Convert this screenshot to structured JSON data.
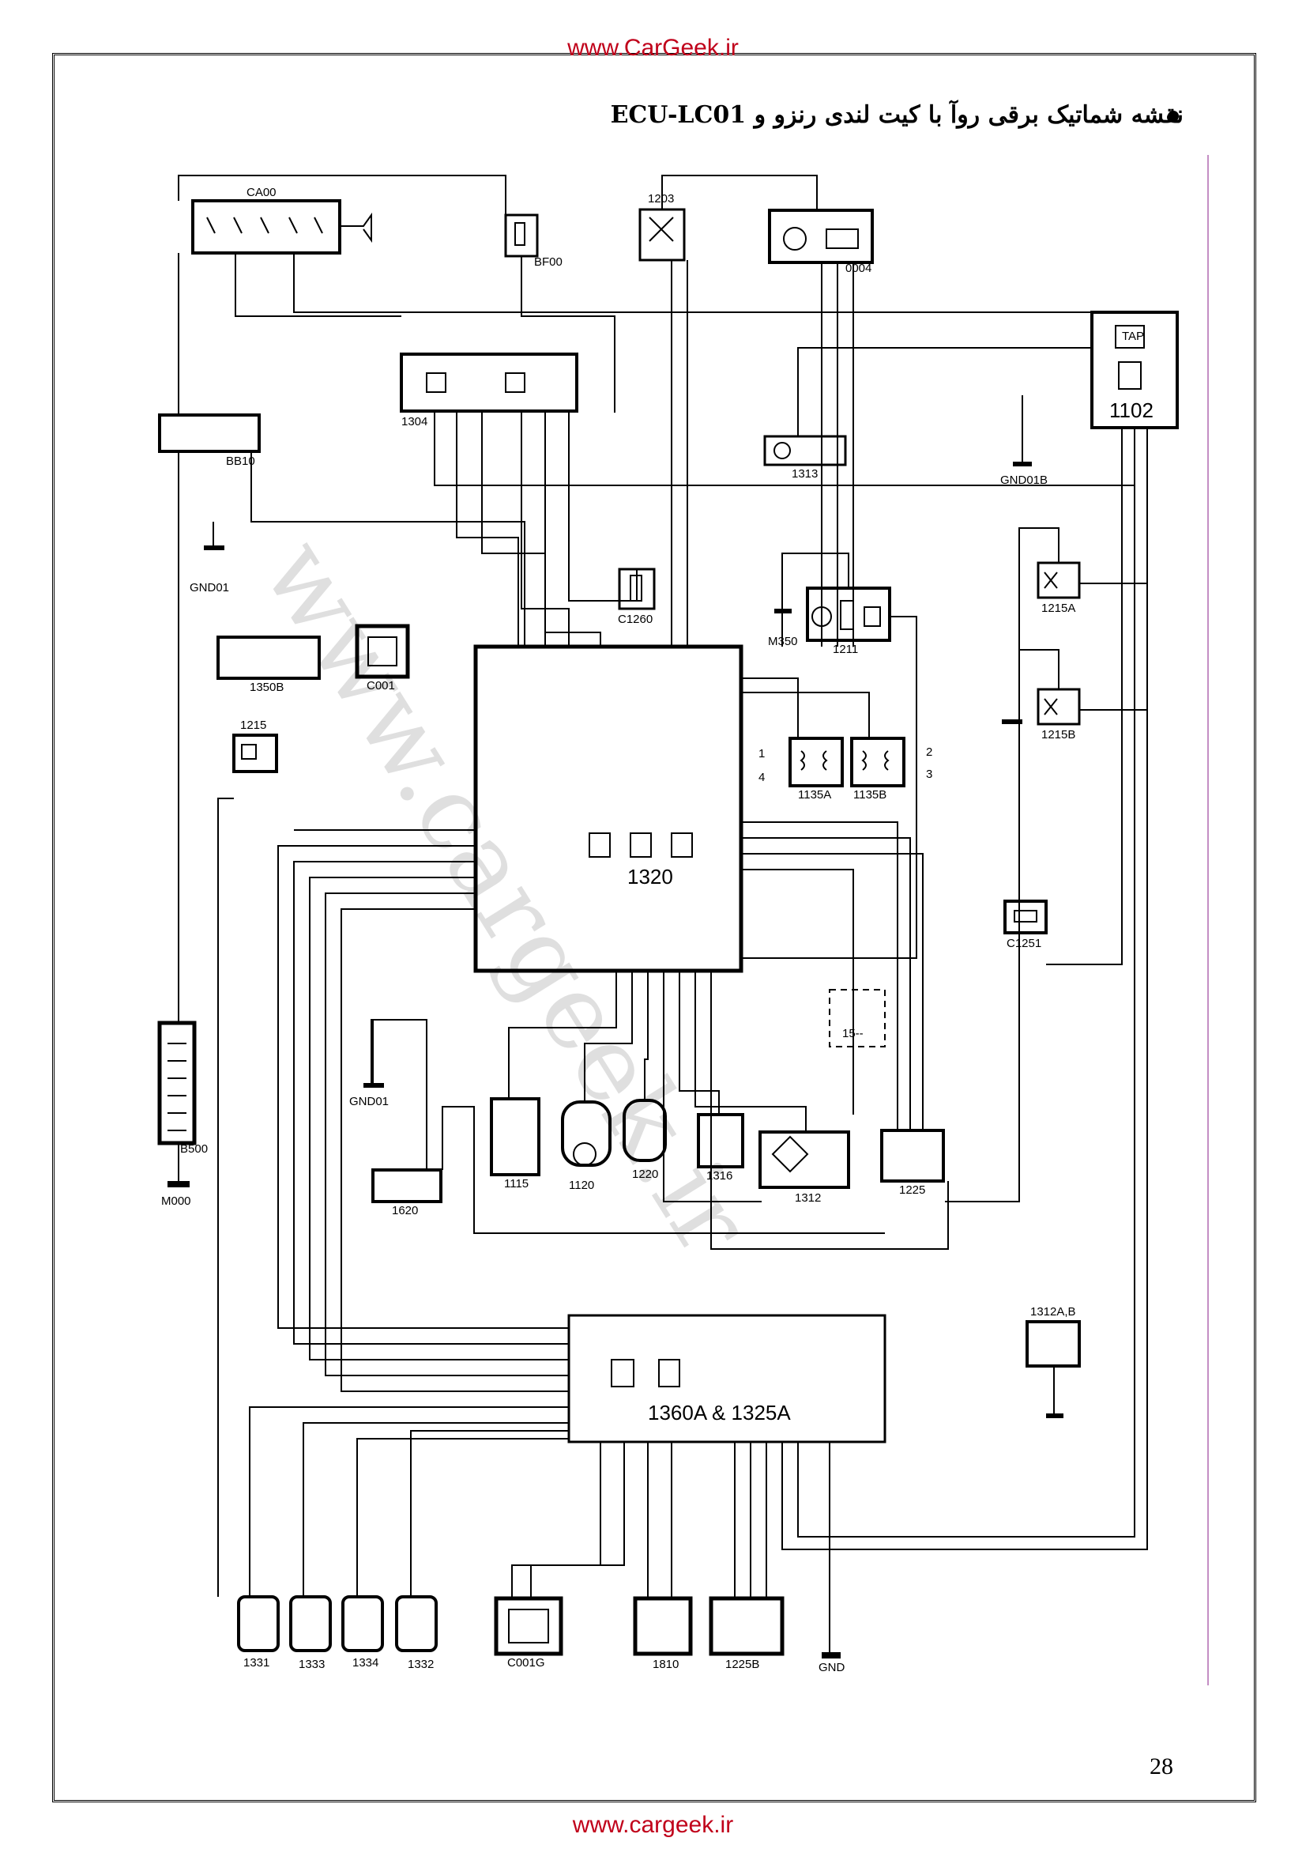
{
  "header_url": "www.CarGeek.ir",
  "footer_url": "www.cargeek.ir",
  "title": "نقشه شماتیک برقی روآ  با کیت لندی رنزو و ECU-LC01",
  "page_number": "28",
  "watermark": "www.cargeek.ir",
  "components": {
    "ca00": "CA00",
    "bf00": "BF00",
    "c1203": "1203",
    "c0004": "0004",
    "c1102": "1102",
    "tap": "TAP",
    "bb10": "BB10",
    "c1304": "1304",
    "c1313": "1313",
    "gnd01b": "GND01B",
    "gnd01": "GND01",
    "c1260": "C1260",
    "m350": "M350",
    "c1211": "1211",
    "c1215a": "1215A",
    "c1215b": "1215B",
    "c1350b": "1350B",
    "c001": "C001",
    "c1320": "1320",
    "c1215": "1215",
    "c1135a": "1135A",
    "c1135b": "1135B",
    "c1251": "C1251",
    "b500": "B500",
    "m000": "M000",
    "gnd01_2": "GND01",
    "c1620": "1620",
    "c1115": "1115",
    "c1120": "1120",
    "c1220": "1220",
    "c1316": "1316",
    "c1312": "1312",
    "c1225": "1225",
    "c15": "15--",
    "c1312ab": "1312A,B",
    "c1360": "1360A & 1325A",
    "c1331": "1331",
    "c1333": "1333",
    "c1334": "1334",
    "c1332": "1332",
    "c001g": "C001G",
    "c1810": "1810",
    "c1225b": "1225B",
    "gnd": "GND"
  },
  "coil_outputs": [
    "1",
    "4",
    "2",
    "3"
  ]
}
